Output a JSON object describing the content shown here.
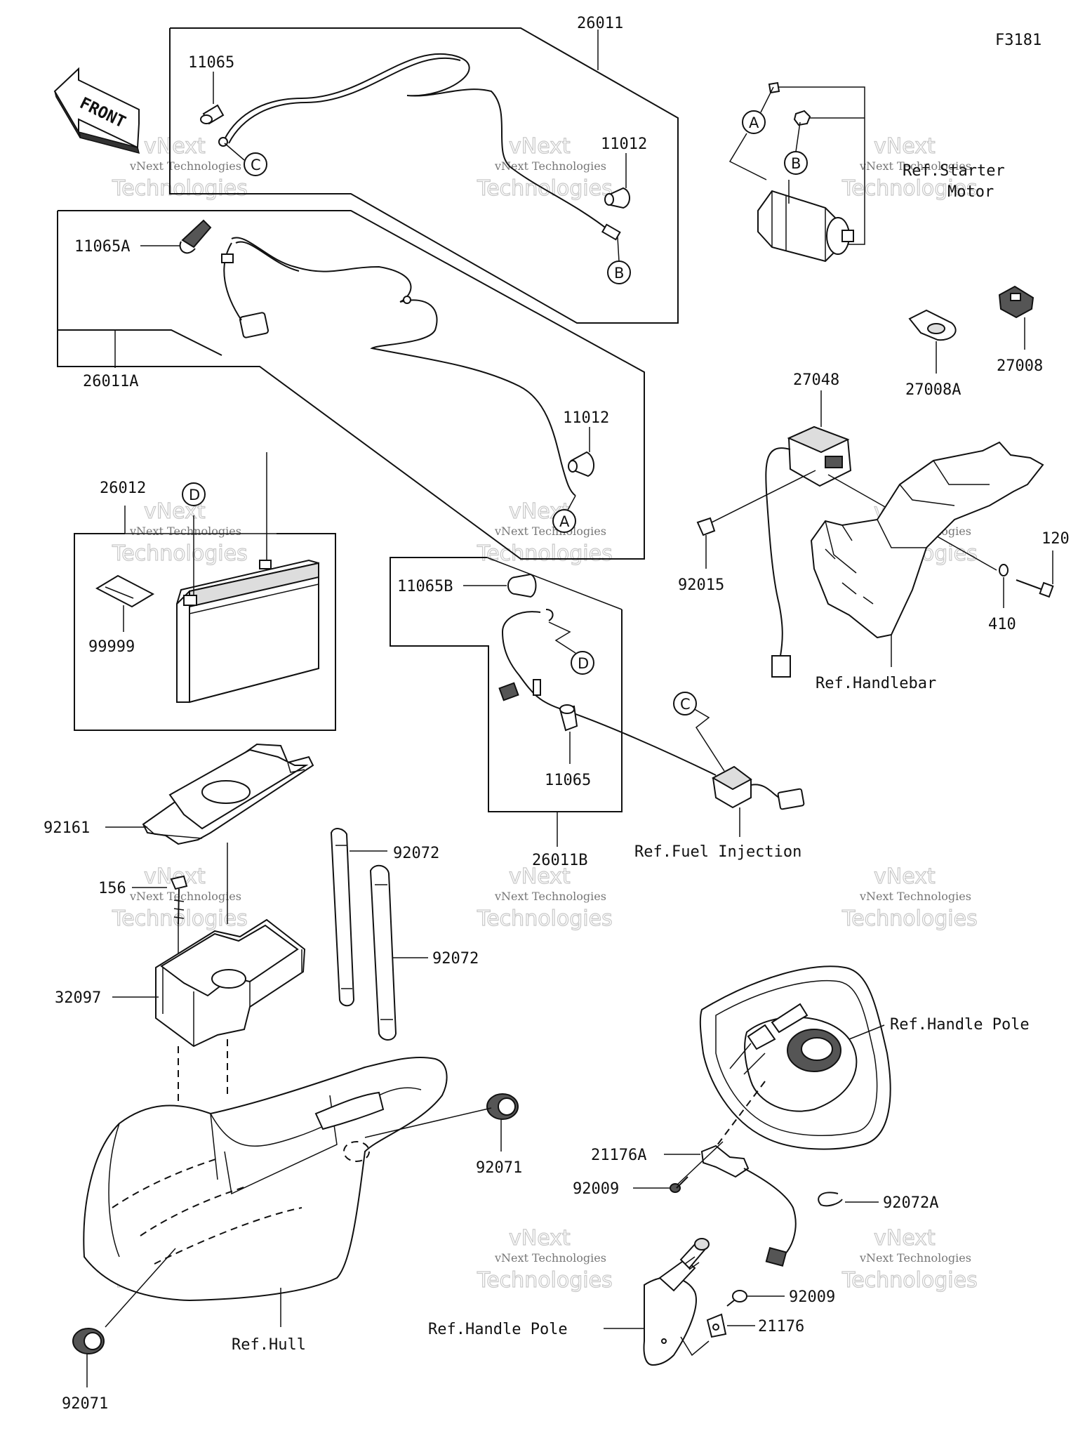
{
  "figure_code": "F3181",
  "front_arrow": "FRONT",
  "watermark": {
    "line1": "vNext Technologies",
    "line2": "Technologies",
    "line3": "vNext"
  },
  "callouts": {
    "a": "A",
    "b": "B",
    "c": "C",
    "d": "D"
  },
  "labels": {
    "p26011": "26011",
    "p11065_top": "11065",
    "p11012_top": "11012",
    "p11065A": "11065A",
    "p26011A": "26011A",
    "p11012_mid": "11012",
    "p26012": "26012",
    "p99999": "99999",
    "p11065B": "11065B",
    "p11065_mid": "11065",
    "p26011B": "26011B",
    "p92161": "92161",
    "p92072_a": "92072",
    "p92072_b": "92072",
    "p156": "156",
    "p32097": "32097",
    "p92071_a": "92071",
    "p92071_b": "92071",
    "p27048": "27048",
    "p27008A": "27008A",
    "p27008": "27008",
    "p92015": "92015",
    "p120": "120",
    "p410": "410",
    "p21176A": "21176A",
    "p92009_a": "92009",
    "p92072A": "92072A",
    "p92009_b": "92009",
    "p21176": "21176"
  },
  "refs": {
    "starter_1": "Ref.Starter",
    "starter_2": "Motor",
    "handlebar": "Ref.Handlebar",
    "fuel_injection": "Ref.Fuel Injection",
    "handle_pole_upper": "Ref.Handle Pole",
    "handle_pole_lower": "Ref.Handle Pole",
    "hull": "Ref.Hull"
  }
}
